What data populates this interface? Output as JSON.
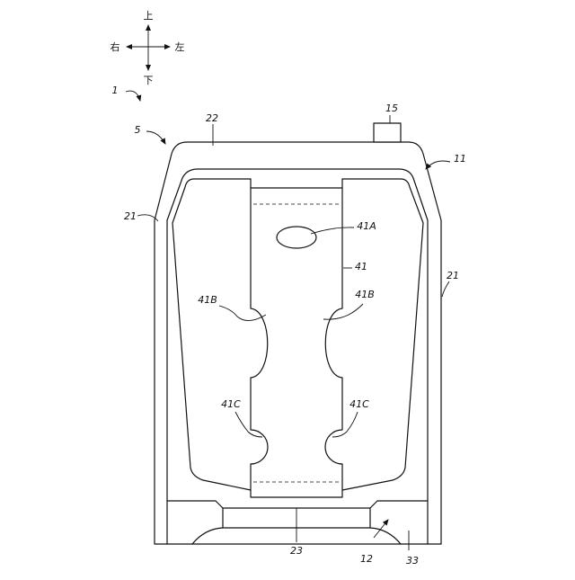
{
  "directions": {
    "up": "上",
    "down": "下",
    "right": "右",
    "left": "左"
  },
  "labels": {
    "ref_1": "1",
    "ref_5": "5",
    "ref_22": "22",
    "ref_15": "15",
    "ref_11": "11",
    "ref_21_left": "21",
    "ref_21_right": "21",
    "ref_41A": "41A",
    "ref_41": "41",
    "ref_41B_left": "41B",
    "ref_41B_right": "41B",
    "ref_41C_left": "41C",
    "ref_41C_right": "41C",
    "ref_23": "23",
    "ref_12": "12",
    "ref_33": "33"
  }
}
